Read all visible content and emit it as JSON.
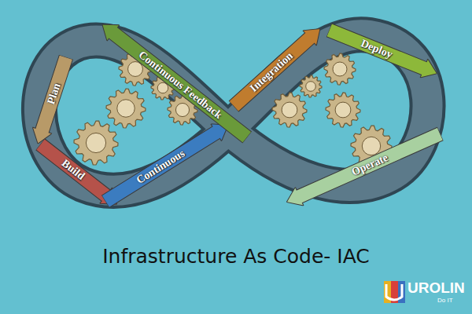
{
  "diagram": {
    "title": "Infrastructure As Code- IAC",
    "nodes": [
      {
        "text": [
          "Plan"
        ]
      },
      {
        "text": [
          "Build"
        ]
      },
      {
        "text": [
          "Continuous"
        ]
      },
      {
        "text": [
          "Continuous Feedback"
        ]
      },
      {
        "text": [
          "Integration"
        ]
      },
      {
        "text": [
          "Deploy"
        ]
      },
      {
        "text": [
          "Operate"
        ]
      }
    ],
    "labels": [
      "UROLIN",
      "Do IT"
    ]
  }
}
